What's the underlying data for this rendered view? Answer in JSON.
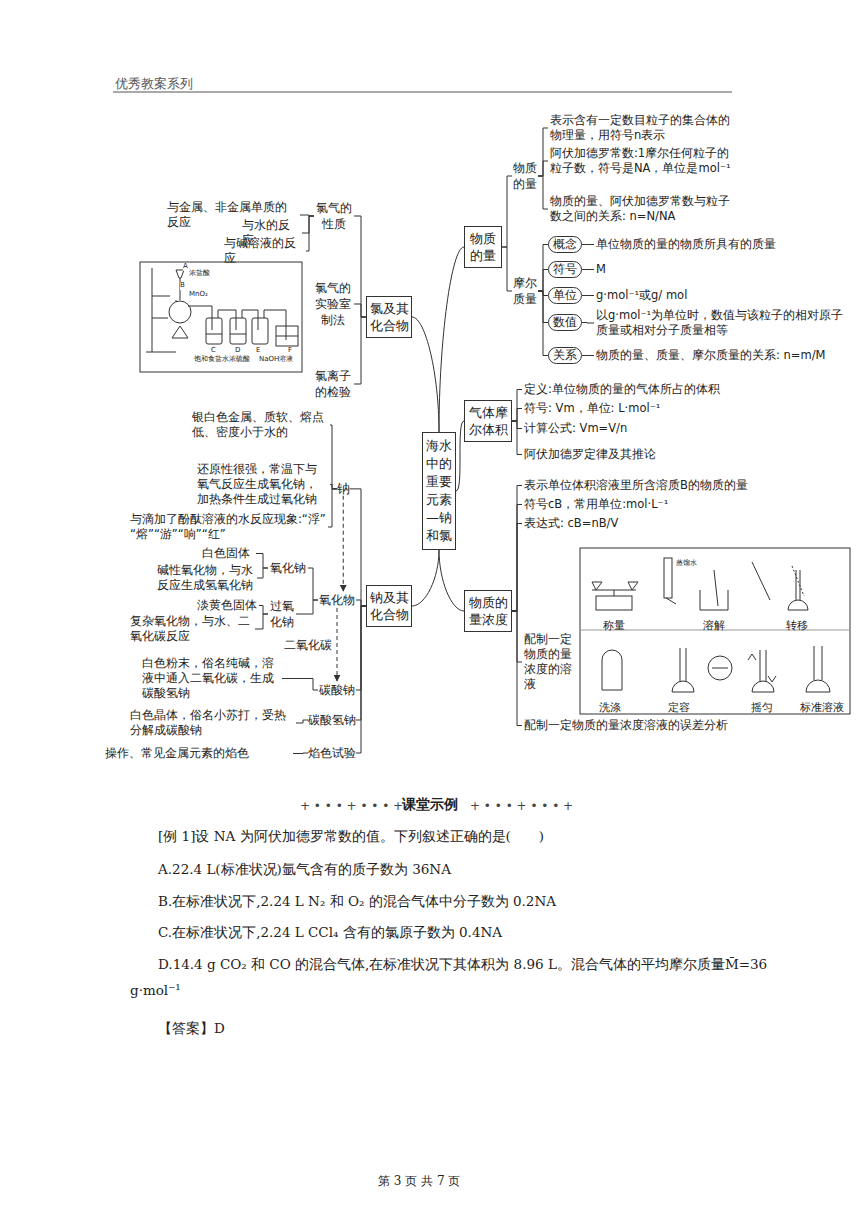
{
  "diagram": {
    "nodes": [
      {
        "text": [
          "海水中的重要元素—钠和氯"
        ]
      },
      {
        "text": [
          "氯及其化合物"
        ]
      },
      {
        "text": [
          "氯气的性质"
        ]
      },
      {
        "text": [
          "与金属、非金属单质的反应"
        ]
      },
      {
        "text": [
          "与水的反应"
        ]
      },
      {
        "text": [
          "与碱溶液的反应"
        ]
      },
      {
        "text": [
          "氯气的实验室制法"
        ]
      },
      {
        "text": [
          "氯离子的检验"
        ]
      },
      {
        "text": [
          "钠及其化合物"
        ]
      },
      {
        "text": [
          "钠"
        ]
      },
      {
        "text": [
          "银白色金属、质软、熔点低、密度小于水的"
        ]
      },
      {
        "text": [
          "还原性很强，常温下与氧气反应生成氧化钠，加热条件生成过氧化钠"
        ]
      },
      {
        "text": [
          "与滴加了酚酞溶液的水反应现象:“浮”“熔”“游”“响”“红”"
        ]
      },
      {
        "text": [
          "氧化物"
        ]
      },
      {
        "text": [
          "氧化钠"
        ]
      },
      {
        "text": [
          "白色固体"
        ]
      },
      {
        "text": [
          "碱性氧化物，与水反应生成氢氧化钠"
        ]
      },
      {
        "text": [
          "过氧化钠"
        ]
      },
      {
        "text": [
          "淡黄色固体"
        ]
      },
      {
        "text": [
          "复杂氧化物，与水、二氧化碳反应"
        ]
      },
      {
        "text": [
          "碳酸钠"
        ]
      },
      {
        "text": [
          "白色粉末，俗名纯碱，溶液中通入二氧化碳，生成碳酸氢钠"
        ]
      },
      {
        "text": [
          "碳酸氢钠"
        ]
      },
      {
        "text": [
          "白色晶体，俗名小苏打，受热分解成碳酸钠"
        ]
      },
      {
        "text": [
          "焰色试验"
        ]
      },
      {
        "text": [
          "操作、常见金属元素的焰色"
        ]
      },
      {
        "text": [
          "物质的量"
        ]
      },
      {
        "text": [
          "物质的量"
        ]
      },
      {
        "text": [
          "表示含有一定数目粒子的集合体的物理量，用符号n表示"
        ]
      },
      {
        "text": [
          "阿伏加德罗常数:1摩尔任何粒子的粒子数，符号是NA，单位是mol⁻¹"
        ]
      },
      {
        "text": [
          "物质的量、阿伏加德罗常数与粒子数之间的关系: n=N/NA"
        ]
      },
      {
        "text": [
          "摩尔质量"
        ]
      },
      {
        "text": [
          "概念"
        ]
      },
      {
        "text": [
          "单位物质的量的物质所具有的质量"
        ]
      },
      {
        "text": [
          "符号"
        ]
      },
      {
        "text": [
          "M"
        ]
      },
      {
        "text": [
          "单位"
        ]
      },
      {
        "text": [
          "g·mol⁻¹或g/ mol"
        ]
      },
      {
        "text": [
          "数值"
        ]
      },
      {
        "text": [
          "以g·mol⁻¹为单位时，数值与该粒子的相对原子质量或相对分子质量相等"
        ]
      },
      {
        "text": [
          "关系"
        ]
      },
      {
        "text": [
          "物质的量、质量、摩尔质量的关系: n=m/M"
        ]
      },
      {
        "text": [
          "气体摩尔体积"
        ]
      },
      {
        "text": [
          "定义:单位物质的量的气体所占的体积"
        ]
      },
      {
        "text": [
          "符号: Vm，单位: L·mol⁻¹"
        ]
      },
      {
        "text": [
          "计算公式: Vm=V/n"
        ]
      },
      {
        "text": [
          "阿伏加德罗定律及其推论"
        ]
      },
      {
        "text": [
          "物质的量浓度"
        ]
      },
      {
        "text": [
          "表示单位体积溶液里所含溶质B的物质的量"
        ]
      },
      {
        "text": [
          "符号cB，常用单位:mol·L⁻¹"
        ]
      },
      {
        "text": [
          "表达式: cB=nB/V"
        ]
      },
      {
        "text": [
          "配制一定物质的量浓度的溶液"
        ]
      },
      {
        "text": [
          "配制一定物质的量浓度溶液的误差分析"
        ]
      }
    ],
    "edges": [
      {
        "from": 0,
        "to": 1,
        "arrow": "none"
      },
      {
        "from": 0,
        "to": 8,
        "arrow": "none"
      },
      {
        "from": 0,
        "to": 26,
        "arrow": "none"
      },
      {
        "from": 0,
        "to": 42,
        "arrow": "none"
      },
      {
        "from": 0,
        "to": 47,
        "arrow": "none"
      },
      {
        "from": 1,
        "to": 2,
        "arrow": "none"
      },
      {
        "from": 1,
        "to": 6,
        "arrow": "none"
      },
      {
        "from": 1,
        "to": 7,
        "arrow": "none"
      },
      {
        "from": 2,
        "to": 3,
        "arrow": "none"
      },
      {
        "from": 2,
        "to": 4,
        "arrow": "none"
      },
      {
        "from": 2,
        "to": 5,
        "arrow": "none"
      },
      {
        "from": 8,
        "to": 9,
        "arrow": "none"
      },
      {
        "from": 8,
        "to": 13,
        "arrow": "none"
      },
      {
        "from": 8,
        "to": 20,
        "arrow": "none"
      },
      {
        "from": 8,
        "to": 22,
        "arrow": "none"
      },
      {
        "from": 8,
        "to": 24,
        "arrow": "none"
      },
      {
        "from": 9,
        "to": 10,
        "arrow": "none"
      },
      {
        "from": 9,
        "to": 11,
        "arrow": "none"
      },
      {
        "from": 9,
        "to": 12,
        "arrow": "none"
      },
      {
        "from": 9,
        "to": 13,
        "arrow": "to"
      },
      {
        "from": 13,
        "to": 14,
        "arrow": "none"
      },
      {
        "from": 13,
        "to": 17,
        "arrow": "none"
      },
      {
        "from": 14,
        "to": 15,
        "arrow": "none"
      },
      {
        "from": 14,
        "to": 16,
        "arrow": "none"
      },
      {
        "from": 17,
        "to": 18,
        "arrow": "none"
      },
      {
        "from": 17,
        "to": 19,
        "arrow": "none"
      },
      {
        "from": 13,
        "to": 20,
        "label": "二氧化碳",
        "arrow": "to"
      },
      {
        "from": 20,
        "to": 21,
        "arrow": "none"
      },
      {
        "from": 22,
        "to": 23,
        "arrow": "none"
      },
      {
        "from": 24,
        "to": 25,
        "arrow": "none"
      },
      {
        "from": 26,
        "to": 27,
        "arrow": "none"
      },
      {
        "from": 26,
        "to": 31,
        "arrow": "none"
      },
      {
        "from": 27,
        "to": 28,
        "arrow": "none"
      },
      {
        "from": 27,
        "to": 29,
        "arrow": "none"
      },
      {
        "from": 27,
        "to": 30,
        "arrow": "none"
      },
      {
        "from": 31,
        "to": 32,
        "arrow": "none"
      },
      {
        "from": 31,
        "to": 34,
        "arrow": "none"
      },
      {
        "from": 31,
        "to": 36,
        "arrow": "none"
      },
      {
        "from": 31,
        "to": 38,
        "arrow": "none"
      },
      {
        "from": 31,
        "to": 40,
        "arrow": "none"
      },
      {
        "from": 32,
        "to": 33,
        "arrow": "none"
      },
      {
        "from": 34,
        "to": 35,
        "arrow": "none"
      },
      {
        "from": 36,
        "to": 37,
        "arrow": "none"
      },
      {
        "from": 38,
        "to": 39,
        "arrow": "none"
      },
      {
        "from": 40,
        "to": 41,
        "arrow": "none"
      },
      {
        "from": 42,
        "to": 43,
        "arrow": "none"
      },
      {
        "from": 42,
        "to": 44,
        "arrow": "none"
      },
      {
        "from": 42,
        "to": 45,
        "arrow": "none"
      },
      {
        "from": 42,
        "to": 46,
        "arrow": "none"
      },
      {
        "from": 47,
        "to": 48,
        "arrow": "none"
      },
      {
        "from": 47,
        "to": 49,
        "arrow": "none"
      },
      {
        "from": 47,
        "to": 50,
        "arrow": "none"
      },
      {
        "from": 47,
        "to": 51,
        "arrow": "none"
      },
      {
        "from": 47,
        "to": 52,
        "arrow": "none"
      }
    ],
    "labels": [
      "优秀教案系列",
      "A",
      "B",
      "浓盐酸",
      "MnO₂",
      "C",
      "D",
      "E",
      "F",
      "饱和食盐水",
      "浓硫酸",
      "NaOH溶液",
      "蒸馏水",
      "称量",
      "溶解",
      "转移",
      "洗涤",
      "定容",
      "摇匀",
      "标准溶液",
      "+ • • • + • • • +",
      "课堂示例",
      "+ • • • + • • • +",
      "[例 1]设 NA 为阿伏加德罗常数的值。下列叙述正确的是(　　)",
      "A.22.4 L(标准状况)氩气含有的质子数为 36NA",
      "B.在标准状况下,2.24 L N₂ 和 O₂ 的混合气体中分子数为 0.2NA",
      "C.在标准状况下,2.24 L CCl₄ 含有的氯原子数为 0.4NA",
      "D.14.4 g CO₂ 和 CO 的混合气体,在标准状况下其体积为 8.96 L。混合气体的平均摩尔质量M̄=36 g·mol⁻¹",
      "【答案】D",
      "第 3 页 共 7 页"
    ]
  }
}
